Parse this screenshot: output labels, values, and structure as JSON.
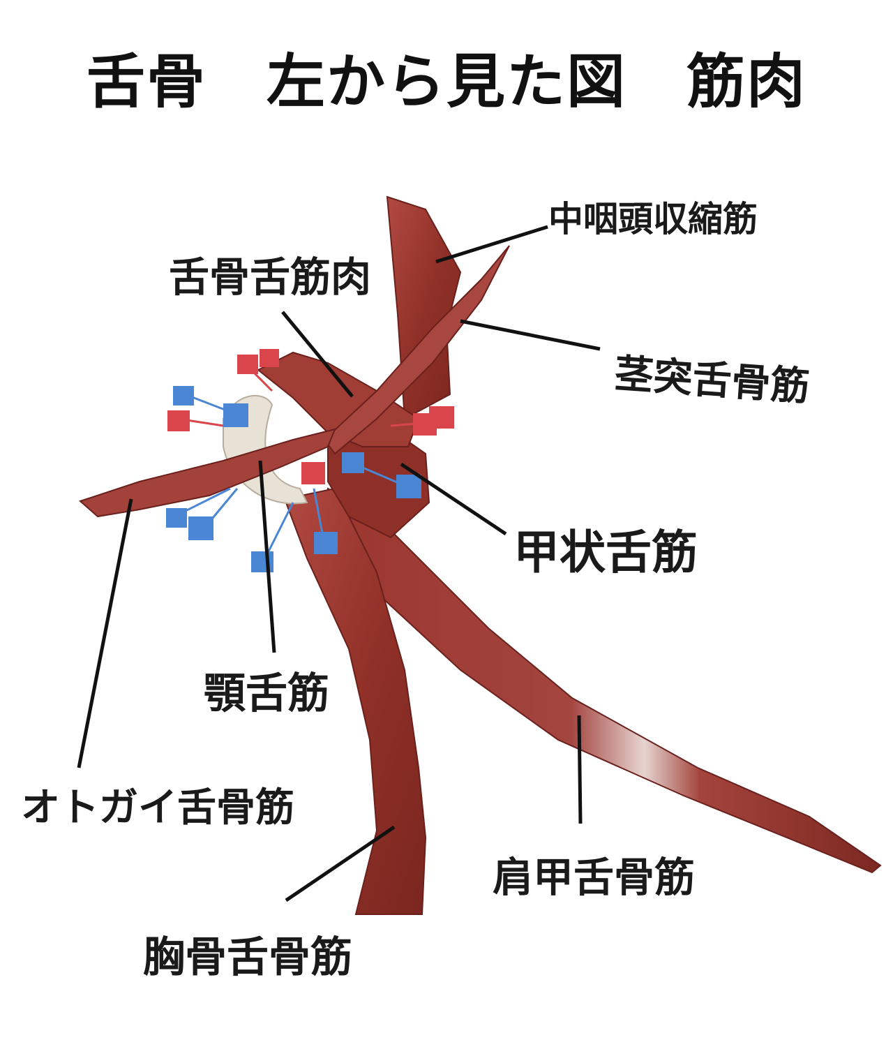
{
  "title": "舌骨　左から見た図　筋肉",
  "labels": {
    "middle_constrictor": "中咽頭収縮筋",
    "hyoglossus": "舌骨舌筋肉",
    "stylohyoid": "茎突舌骨筋",
    "thyrohyoid": "甲状舌筋",
    "genioglossus": "顎舌筋",
    "geniohyoid": "オトガイ舌骨筋",
    "omohyoid": "肩甲舌骨筋",
    "sternohyoid": "胸骨舌骨筋"
  },
  "colors": {
    "muscle": "#9b3a32",
    "muscle_dark": "#6e2420",
    "muscle_light": "#c0605a",
    "bone": "#e8e2d6",
    "marker_blue": "#4a86d4",
    "marker_red": "#d9454a",
    "leader": "#111111"
  }
}
